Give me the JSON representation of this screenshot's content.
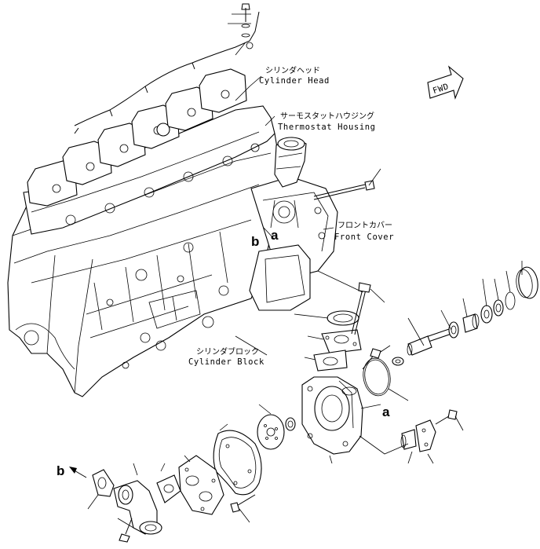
{
  "labels": {
    "cylinder_head_jp": "シリンダヘッド",
    "cylinder_head_en": "Cylinder Head",
    "thermostat_housing_jp": "サーモスタットハウジング",
    "thermostat_housing_en": "Thermostat Housing",
    "front_cover_jp": "フロントカバー",
    "front_cover_en": "Front Cover",
    "cylinder_block_jp": "シリンダブロック",
    "cylinder_block_en": "Cylinder Block",
    "fwd": "FWD"
  },
  "callouts": {
    "a_upper": "a",
    "b_upper": "b",
    "a_lower": "a",
    "b_lower": "b"
  }
}
